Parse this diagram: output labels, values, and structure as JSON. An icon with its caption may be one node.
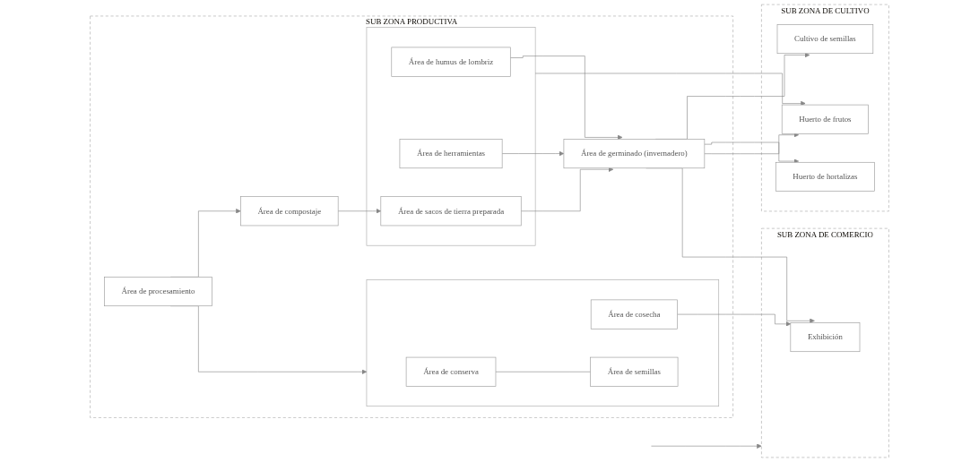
{
  "diagram": {
    "nodes": [
      {
        "text": [
          "SUB ZONA DE CULTIVO"
        ]
      },
      {
        "text": [
          "Cultivo de semillas"
        ],
        "in": 0
      },
      {
        "text": [
          "Huerto de hortalizas"
        ],
        "in": 0
      },
      {
        "text": [
          "Huerto de frutos"
        ],
        "in": 0
      },
      {
        "text": [
          "SUB ZONA DE COMERCIO"
        ]
      },
      {
        "text": [
          "Exhibición"
        ],
        "in": 4
      },
      {
        "text": [
          "SUB ZONA PRODUCTIVA"
        ]
      },
      {
        "text": [],
        "shape": "box",
        "in": 6
      },
      {
        "text": [
          "Área de humus de lombriz"
        ],
        "in": 7
      },
      {
        "text": [
          "Área de herramientas"
        ],
        "in": 7
      },
      {
        "text": [
          "Área de sacos de tierra preparada"
        ],
        "in": 7
      },
      {
        "text": [
          "Área de germinado (invernadero)"
        ],
        "in": 6
      },
      {
        "text": [],
        "shape": "box",
        "in": 6
      },
      {
        "text": [
          "Área de conserva"
        ],
        "in": 12
      },
      {
        "text": [
          "Área de cosecha"
        ],
        "in": 12
      },
      {
        "text": [
          "Área de semillas"
        ],
        "in": 12
      },
      {
        "text": [
          "Área de procesamiento"
        ],
        "in": 6
      },
      {
        "text": [
          "Área de compostaje"
        ],
        "in": 6
      }
    ],
    "edges": [
      {
        "from": 11,
        "to": 1,
        "arrow": "to"
      },
      {
        "from": 11,
        "to": 2,
        "arrow": "to"
      },
      {
        "from": 11,
        "to": 3,
        "arrow": "to"
      },
      {
        "from": 7,
        "to": 3,
        "arrow": "to"
      },
      {
        "from": 8,
        "to": 11,
        "arrow": "to"
      },
      {
        "from": 9,
        "to": 11,
        "arrow": "to"
      },
      {
        "from": 10,
        "to": 11,
        "arrow": "to"
      },
      {
        "from": 11,
        "to": 5,
        "arrow": "to"
      },
      {
        "from": 14,
        "to": 5,
        "arrow": "to"
      },
      {
        "from": 13,
        "to": 15,
        "arrow": "none"
      },
      {
        "from": 16,
        "to": 12,
        "arrow": "to"
      },
      {
        "from": 16,
        "to": 17,
        "arrow": "to"
      },
      {
        "from": 17,
        "to": 10,
        "arrow": "to"
      },
      {
        "from": null,
        "to": 4,
        "arrow": "to"
      }
    ]
  }
}
